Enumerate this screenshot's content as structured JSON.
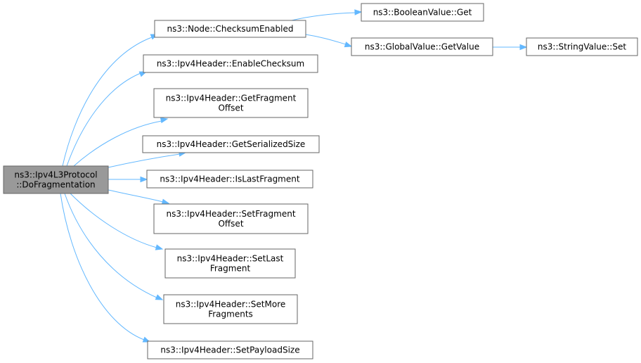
{
  "diagram": {
    "colors": {
      "edge": "#63b8ff",
      "node_border": "#666666",
      "node_fill": "#ffffff",
      "root_fill": "#999999",
      "text": "#000000"
    },
    "nodes": {
      "root": [
        "ns3::Ipv4L3Protocol",
        "::DoFragmentation"
      ],
      "checksum_enabled": [
        "ns3::Node::ChecksumEnabled"
      ],
      "enable_checksum": [
        "ns3::Ipv4Header::EnableChecksum"
      ],
      "get_fragment_offset": [
        "ns3::Ipv4Header::GetFragment",
        "Offset"
      ],
      "get_serialized_size": [
        "ns3::Ipv4Header::GetSerializedSize"
      ],
      "is_last_fragment": [
        "ns3::Ipv4Header::IsLastFragment"
      ],
      "set_fragment_offset": [
        "ns3::Ipv4Header::SetFragment",
        "Offset"
      ],
      "set_last_fragment": [
        "ns3::Ipv4Header::SetLast",
        "Fragment"
      ],
      "set_more_fragments": [
        "ns3::Ipv4Header::SetMore",
        "Fragments"
      ],
      "set_payload_size": [
        "ns3::Ipv4Header::SetPayloadSize"
      ],
      "boolean_value_get": [
        "ns3::BooleanValue::Get"
      ],
      "global_value_get_value": [
        "ns3::GlobalValue::GetValue"
      ],
      "string_value_set": [
        "ns3::StringValue::Set"
      ]
    },
    "edges": [
      [
        "root",
        "checksum_enabled"
      ],
      [
        "root",
        "enable_checksum"
      ],
      [
        "root",
        "get_fragment_offset"
      ],
      [
        "root",
        "get_serialized_size"
      ],
      [
        "root",
        "is_last_fragment"
      ],
      [
        "root",
        "set_fragment_offset"
      ],
      [
        "root",
        "set_last_fragment"
      ],
      [
        "root",
        "set_more_fragments"
      ],
      [
        "root",
        "set_payload_size"
      ],
      [
        "checksum_enabled",
        "boolean_value_get"
      ],
      [
        "checksum_enabled",
        "global_value_get_value"
      ],
      [
        "global_value_get_value",
        "string_value_set"
      ]
    ]
  }
}
